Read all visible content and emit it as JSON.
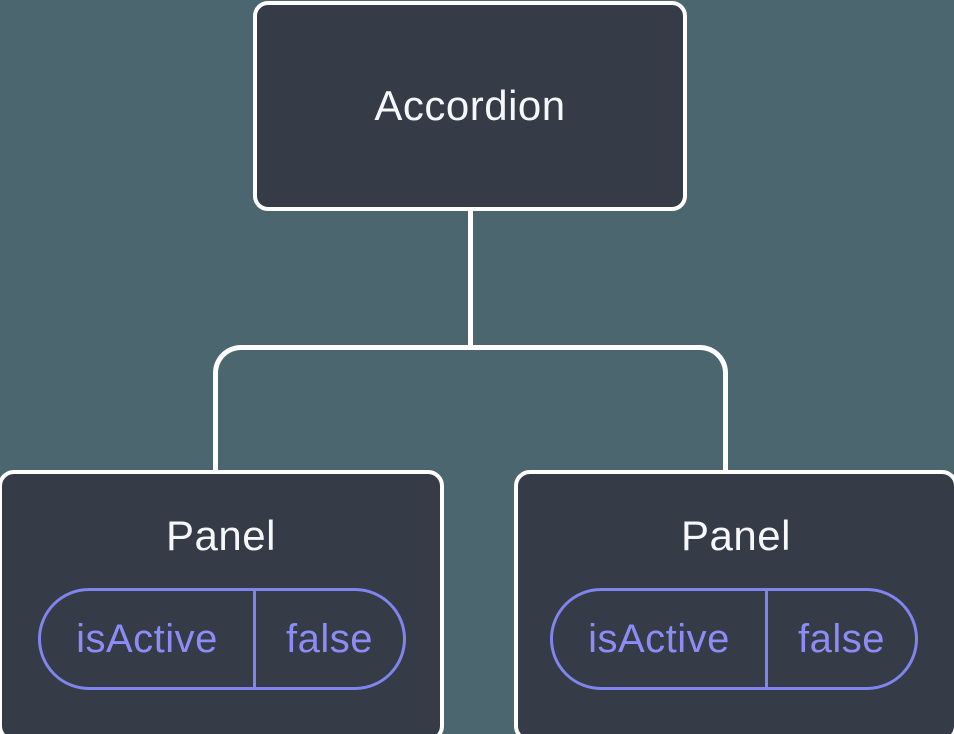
{
  "diagram": {
    "type": "component-tree",
    "colors": {
      "background": "#4c6670",
      "node_fill": "#353b47",
      "node_border": "#ffffff",
      "connector": "#ffffff",
      "title_text": "#f6f7f9",
      "accent_purple": "#8c8cf5",
      "pill_border": "#7f85ec"
    },
    "root": {
      "label": "Accordion"
    },
    "children": [
      {
        "label": "Panel",
        "state": {
          "key": "isActive",
          "value": "false"
        }
      },
      {
        "label": "Panel",
        "state": {
          "key": "isActive",
          "value": "false"
        }
      }
    ]
  }
}
